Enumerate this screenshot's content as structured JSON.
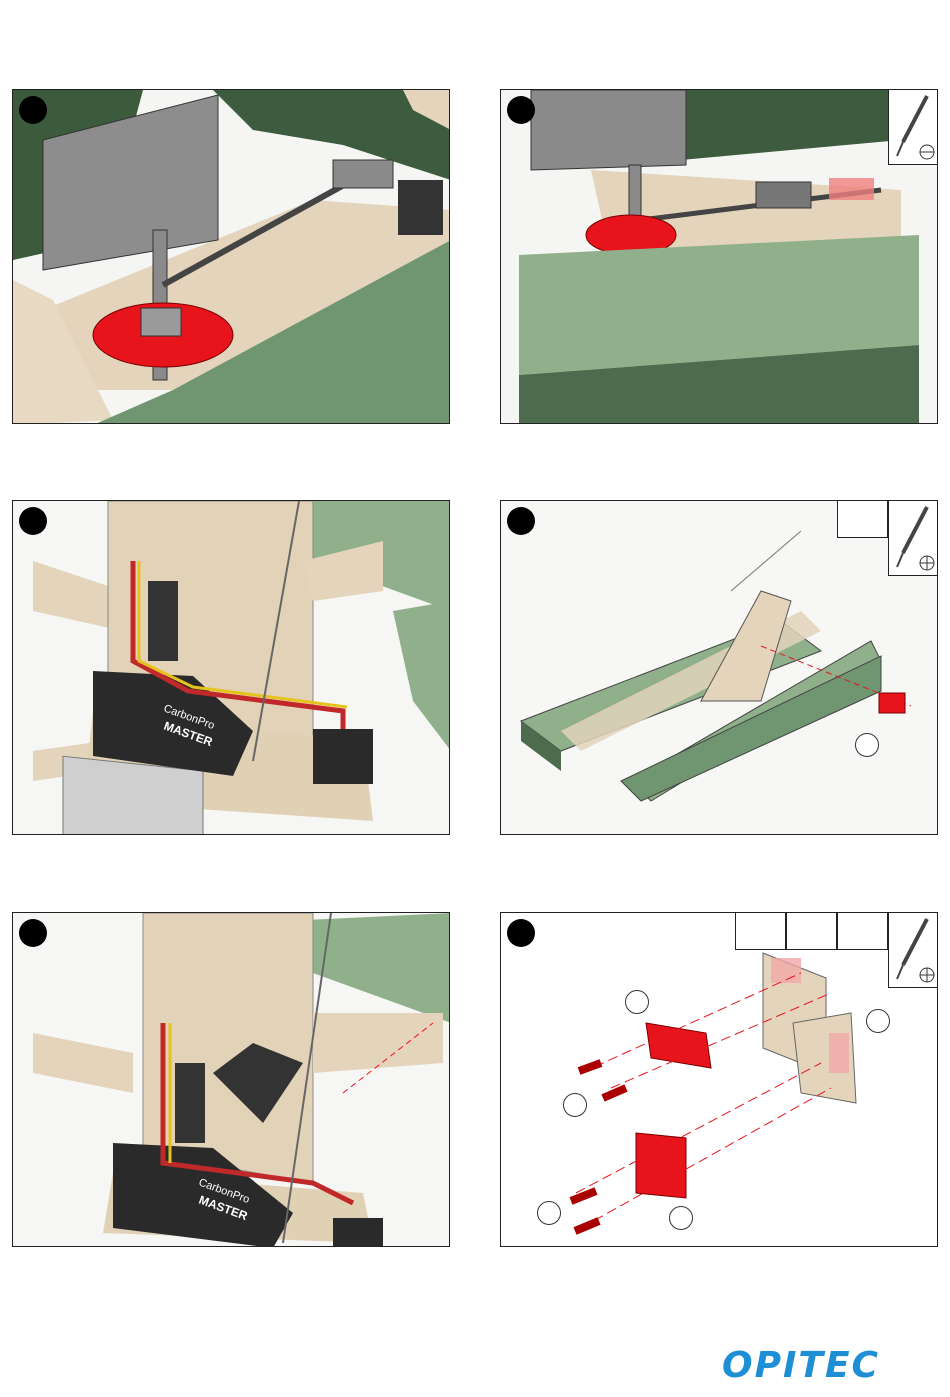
{
  "panels": [
    {
      "id": 1,
      "step": "",
      "tools": []
    },
    {
      "id": 2,
      "step": "",
      "tools": [
        "flat-screwdriver"
      ]
    },
    {
      "id": 3,
      "step": "",
      "tools": []
    },
    {
      "id": 4,
      "step": "",
      "tools": [
        "phillips-screwdriver"
      ],
      "empty_boxes": 1,
      "callouts": 1
    },
    {
      "id": 5,
      "step": "",
      "tools": []
    },
    {
      "id": 6,
      "step": "",
      "tools": [
        "phillips-screwdriver"
      ],
      "empty_boxes": 3,
      "callouts": 5
    }
  ],
  "receiver": {
    "brand": "CarbonPro",
    "model": "MASTER"
  },
  "logo": {
    "text": "OPITEC"
  },
  "colors": {
    "wood": "#e3d4bb",
    "foam": "#8fb08a",
    "foam_dark": "#4d6b4d",
    "gear": "#e8141c",
    "sail": "#8a8a8a",
    "logo": "#1e8fd4"
  }
}
